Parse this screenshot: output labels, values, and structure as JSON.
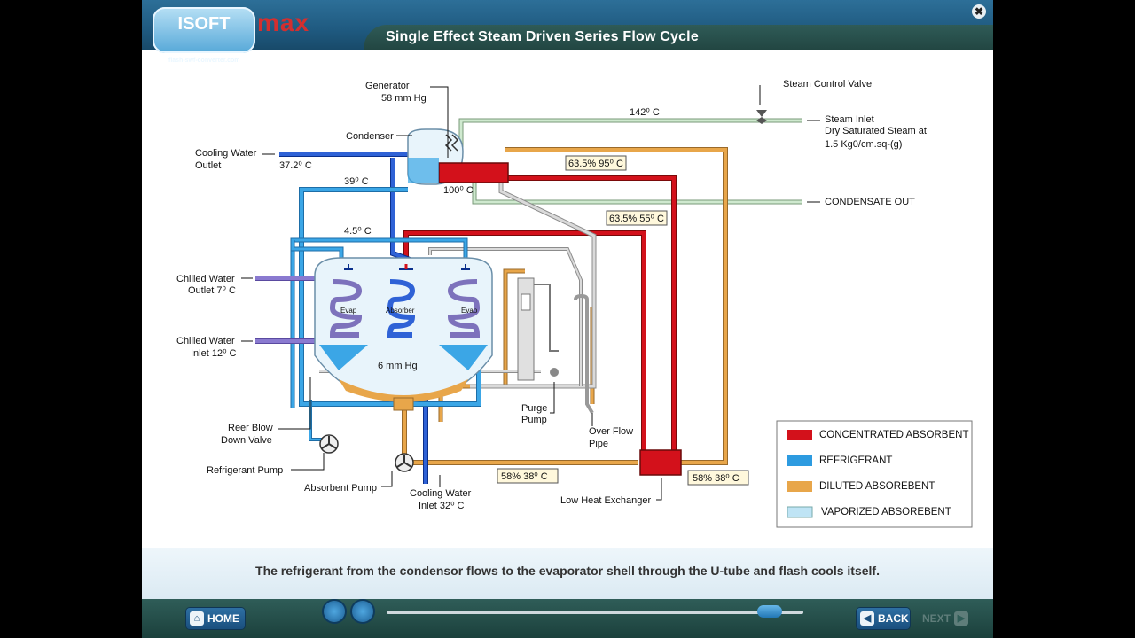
{
  "app": {
    "title": "Single Effect Steam Driven Series Flow Cycle",
    "logo_text": "ISOFT",
    "logo_sub": "flash-swf-converter.com",
    "brand": "max",
    "close_glyph": "✖"
  },
  "diagram": {
    "labels": {
      "generator": "Generator",
      "generator_pressure": "58 mm Hg",
      "condenser": "Condenser",
      "cooling_water_outlet_1": "Cooling Water",
      "cooling_water_outlet_2": "Outlet",
      "temp_372": "37.2⁰ C",
      "temp_39": "39⁰ C",
      "temp_45": "4.5⁰ C",
      "temp_100": "100⁰ C",
      "temp_142": "142⁰ C",
      "steam_control_valve": "Steam Control Valve",
      "steam_inlet_1": "Steam Inlet",
      "steam_inlet_2": "Dry Saturated Steam at",
      "steam_inlet_3": "1.5 Kg0/cm.sq-(g)",
      "condensate_out": "CONDENSATE OUT",
      "box_conc_gen": "63.5%  95⁰ C",
      "box_conc_mid": "63.5%  55⁰ C",
      "box_dil_left": "58%  38⁰ C",
      "box_dil_right": "58%  38⁰ C",
      "chilled_outlet_1": "Chilled Water",
      "chilled_outlet_2": "Outlet 7⁰ C",
      "chilled_inlet_1": "Chilled Water",
      "chilled_inlet_2": "Inlet 12⁰ C",
      "evap_left": "Evap",
      "absorber": "Absorber",
      "evap_right": "Evap",
      "absorber_pressure": "6 mm Hg",
      "purge_pump_1": "Purge",
      "purge_pump_2": "Pump",
      "overflow_1": "Over Flow",
      "overflow_2": "Pipe",
      "reer_blow_1": "Reer Blow",
      "reer_blow_2": "Down Valve",
      "refrigerant_pump": "Refrigerant Pump",
      "absorbent_pump": "Absorbent Pump",
      "cw_inlet_1": "Cooling Water",
      "cw_inlet_2": "Inlet 32⁰ C",
      "low_heat_exchanger": "Low Heat Exchanger"
    },
    "legend": [
      {
        "label": "CONCENTRATED ABSORBENT",
        "color": "#d3111b"
      },
      {
        "label": "REFRIGERANT",
        "color": "#2d9be0"
      },
      {
        "label": "DILUTED ABSOREBENT",
        "color": "#e8a64a"
      },
      {
        "label": "VAPORIZED ABSOREBENT",
        "color": "#bfe4f5"
      }
    ]
  },
  "caption": "The refrigerant from the condensor flows to the evaporator shell through the U-tube and flash cools itself.",
  "nav": {
    "home_label": "HOME",
    "back_label": "BACK",
    "next_label": "NEXT",
    "home_icon": "⌂",
    "back_icon": "◀",
    "next_icon": "▶"
  }
}
